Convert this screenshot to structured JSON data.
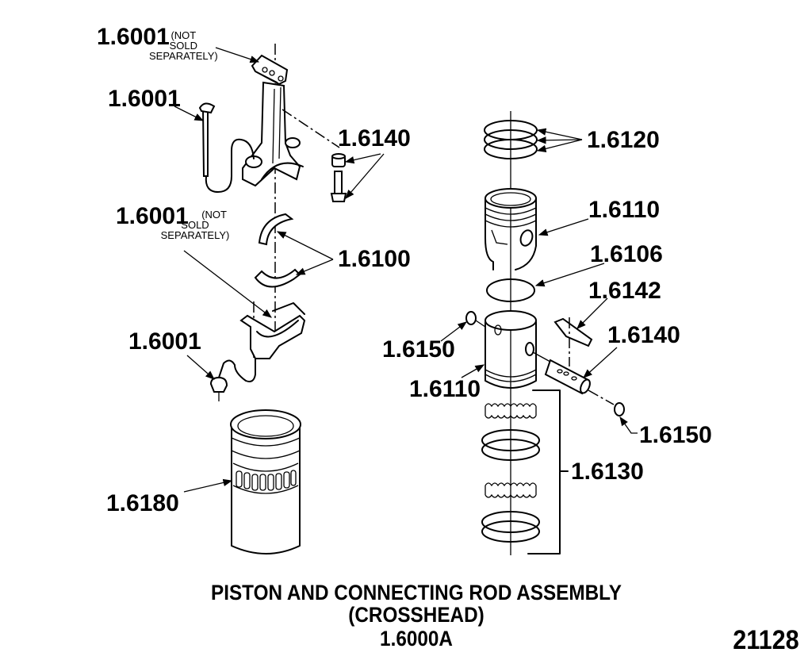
{
  "diagram": {
    "title_line1": "PISTON AND CONNECTING ROD ASSEMBLY",
    "title_line2": "(CROSSHEAD)",
    "title_line3": "1.6000A",
    "figure_number": "21128",
    "callouts": [
      {
        "id": "rod-top-cap",
        "part": "1.6001",
        "note_line1": "(NOT",
        "note_line2": "SOLD",
        "note_line3": "SEPARATELY)"
      },
      {
        "id": "rod-oil-tube",
        "part": "1.6001"
      },
      {
        "id": "rod-bolt-nut",
        "part": "1.6140"
      },
      {
        "id": "rod-lower-cap",
        "part": "1.6001",
        "note_line1": "(NOT",
        "note_line2": "SOLD",
        "note_line3": "SEPARATELY)"
      },
      {
        "id": "bearing-shells",
        "part": "1.6100"
      },
      {
        "id": "oil-fitting",
        "part": "1.6001"
      },
      {
        "id": "cylinder-liner",
        "part": "1.6180"
      },
      {
        "id": "compression-rings",
        "part": "1.6120"
      },
      {
        "id": "piston-crown",
        "part": "1.6110"
      },
      {
        "id": "retaining-ring",
        "part": "1.6106"
      },
      {
        "id": "pin-insert",
        "part": "1.6142"
      },
      {
        "id": "piston-pin",
        "part": "1.6140"
      },
      {
        "id": "snap-ring-left",
        "part": "1.6150"
      },
      {
        "id": "piston-skirt",
        "part": "1.6110"
      },
      {
        "id": "snap-ring-right",
        "part": "1.6150"
      },
      {
        "id": "oil-ring-set",
        "part": "1.6130"
      }
    ]
  }
}
